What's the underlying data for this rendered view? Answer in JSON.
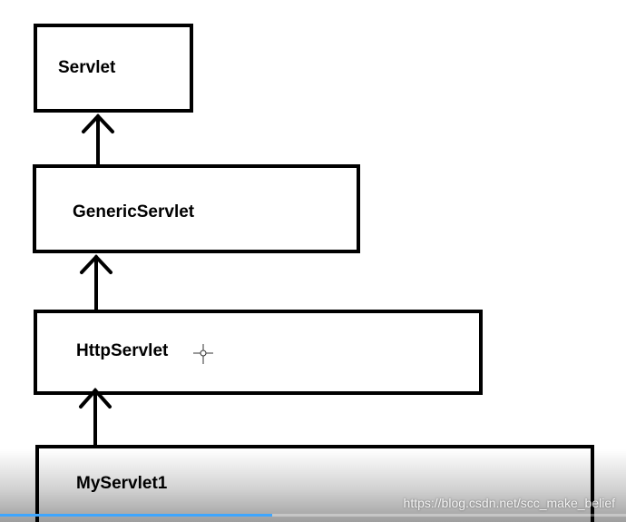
{
  "diagram": {
    "nodes": [
      {
        "id": "servlet",
        "label": "Servlet"
      },
      {
        "id": "generic-servlet",
        "label": "GenericServlet"
      },
      {
        "id": "http-servlet",
        "label": "HttpServlet"
      },
      {
        "id": "my-servlet1",
        "label": "MyServlet1"
      }
    ],
    "edges": [
      {
        "from": "generic-servlet",
        "to": "servlet",
        "type": "inherits"
      },
      {
        "from": "http-servlet",
        "to": "generic-servlet",
        "type": "inherits"
      },
      {
        "from": "my-servlet1",
        "to": "http-servlet",
        "type": "inherits"
      }
    ]
  },
  "player": {
    "progress_percent": 43.5
  },
  "watermark": "https://blog.csdn.net/scc_make_belief",
  "colors": {
    "stroke": "#000000",
    "progress": "#3ea6ff"
  }
}
